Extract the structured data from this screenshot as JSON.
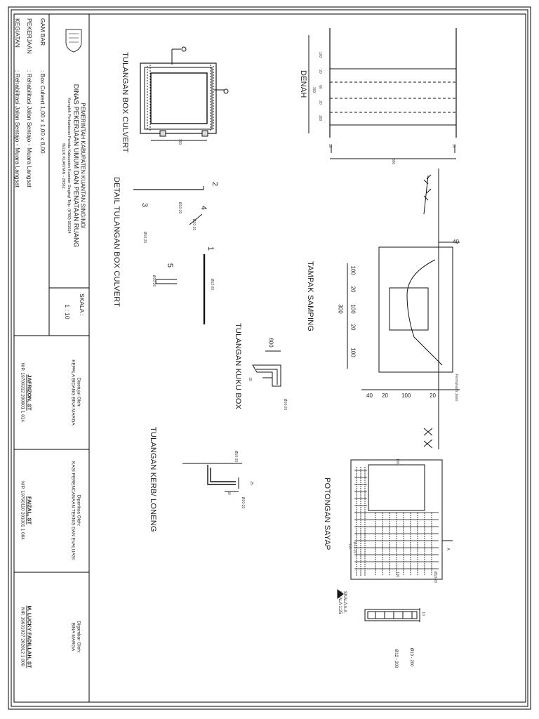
{
  "title_block": {
    "labels": {
      "gambar": "GAM BAR",
      "pekerjaan": "PEKERJAAN",
      "kegiatan": "KEGIATAN"
    },
    "values": {
      "gambar": ":  Box Culvert 1,00 x 1,00 x 8,00",
      "pekerjaan": ":  Rehabilitasi Jalan Sentajo - Muara Langsat",
      "kegiatan": ":  Rehabilitasi Jalan Sentajo - Muara Langsat"
    },
    "org": {
      "line1": "PEMERINTAH KABUPATEN KUANTAN SINGINGI",
      "line2": "DINAS PEKERJAAN UMUM DAN PENATAAN RUANG",
      "line3": "Komplek Perkantoran Pemda Kabupaten Kuantan Singingi Telp. (0760) 561624",
      "line4": "TELUK KUANTAN - 29562"
    },
    "skala_label": "SKALA :",
    "skala_value": "1 : 10",
    "approvals": [
      {
        "role1": "Disetujui Oleh:",
        "role2": "KEPALA BIDANG BINA MARGA",
        "name": "JAFRIZON, ST",
        "nip": "NIP. 19700312 200801 1 014"
      },
      {
        "role1": "Diperiksa Oleh:",
        "role2": "KASI PERENCANAAN TEKNIS DAN EVALUASI",
        "name": "FAIZAL, ST",
        "nip": "NIP. 19790110 201001 1 004"
      },
      {
        "role1": "Digambar Oleh:",
        "role2": "BINA MARGA",
        "name": "M. LUCKY FADILLAH, ST",
        "nip": "NIP. 19931027 202012 1 009"
      }
    ]
  },
  "drawing": {
    "titles": {
      "tulangan_box": "TULANGAN BOX CULVERT",
      "detail_tulangan": "DETAIL TULANGAN BOX CULVERT",
      "denah": "DENAH",
      "tampak": "TAMPAK SAMPING",
      "kuku": "TULANGAN KUKU BOX",
      "kerb": "TULANGAN KERB/ LONENG",
      "sayap": "POTONGAN SAYAP",
      "section": "SKALA A-A",
      "section_scale": "SKALA 1:25"
    },
    "marks": [
      "1",
      "2",
      "3",
      "4",
      "5"
    ],
    "rebar_labels": {
      "d10_200": "Ø10 - 200",
      "d12_200": "Ø12 - 200",
      "d10_20": "Ø10-20",
      "d12_20": "Ø12-20",
      "a": "A",
      "la": "L A"
    },
    "dims": {
      "d100": "100",
      "d20": "20",
      "d60": "60",
      "d300": "300",
      "d800": "800",
      "d40": "40",
      "d600": "600",
      "d25": "25",
      "d50": "50",
      "d15": "15",
      "d10": "10",
      "d90": "90"
    },
    "notes": {
      "permukaan": "Permukaan Jalan"
    }
  }
}
